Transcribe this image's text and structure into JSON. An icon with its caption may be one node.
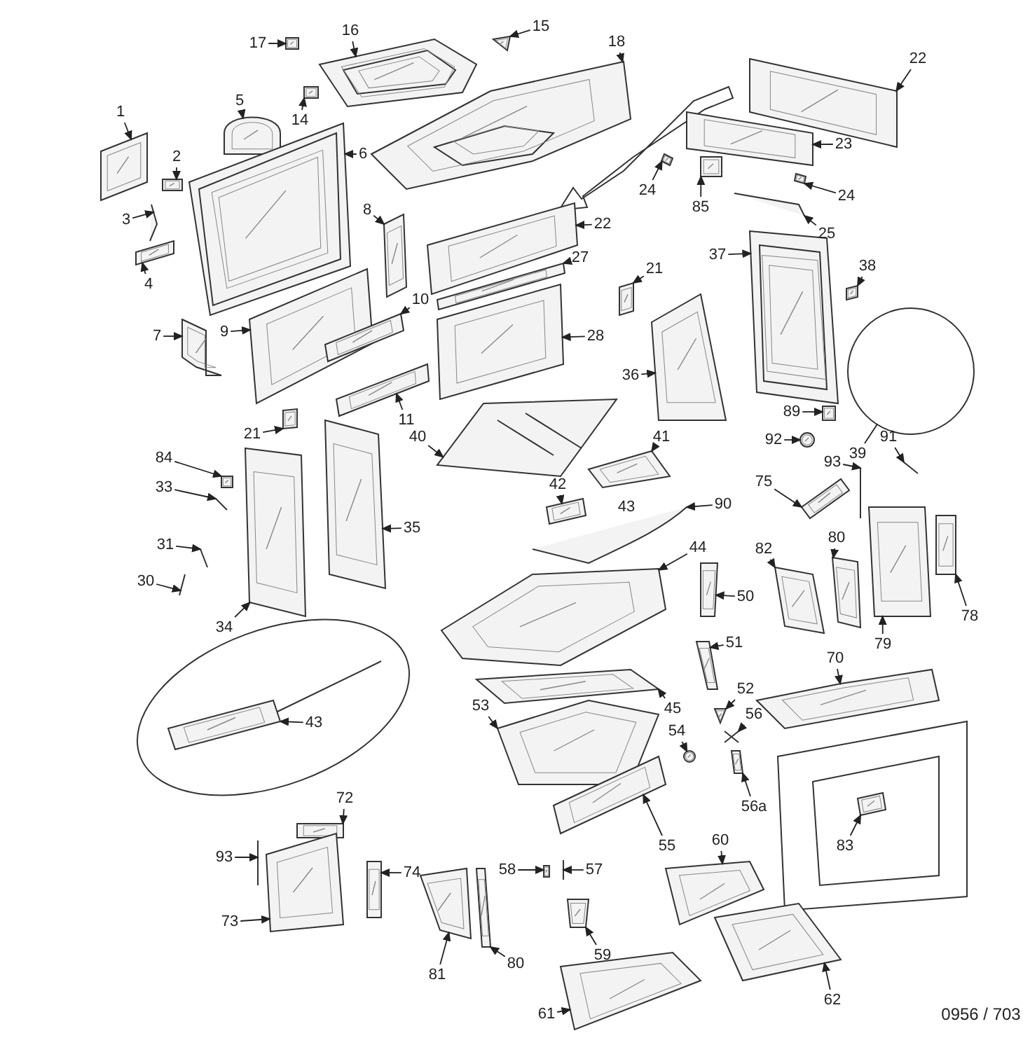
{
  "diagram": {
    "nodes": [
      {
        "text": [
          "1"
        ]
      },
      {
        "text": [
          "2"
        ]
      },
      {
        "text": [
          "3"
        ]
      },
      {
        "text": [
          "4"
        ]
      },
      {
        "text": [
          "5"
        ]
      },
      {
        "text": [
          "6"
        ]
      },
      {
        "text": [
          "8"
        ]
      },
      {
        "text": [
          "7"
        ]
      },
      {
        "text": [
          "9"
        ]
      },
      {
        "text": [
          "10"
        ]
      },
      {
        "text": [
          "11"
        ]
      },
      {
        "text": [
          "17"
        ]
      },
      {
        "text": [
          "16"
        ]
      },
      {
        "text": [
          "14"
        ]
      },
      {
        "text": [
          "15"
        ]
      },
      {
        "text": [
          "18"
        ]
      },
      {
        "text": [
          "22"
        ]
      },
      {
        "text": [
          "23"
        ]
      },
      {
        "text": [
          "24"
        ]
      },
      {
        "text": [
          "24"
        ]
      },
      {
        "text": [
          "85"
        ]
      },
      {
        "text": [
          "25"
        ]
      },
      {
        "text": [
          "22"
        ]
      },
      {
        "text": [
          "27"
        ]
      },
      {
        "text": [
          "28"
        ]
      },
      {
        "text": [
          "21"
        ]
      },
      {
        "text": [
          "37"
        ]
      },
      {
        "text": [
          "38"
        ]
      },
      {
        "text": [
          "36"
        ]
      },
      {
        "text": [
          "21"
        ]
      },
      {
        "text": [
          "40"
        ]
      },
      {
        "text": [
          "89"
        ]
      },
      {
        "text": [
          "92"
        ]
      },
      {
        "text": [
          "39"
        ]
      },
      {
        "text": [
          "91"
        ]
      },
      {
        "text": [
          "84"
        ]
      },
      {
        "text": [
          "33"
        ]
      },
      {
        "text": [
          "41"
        ]
      },
      {
        "text": [
          "93"
        ]
      },
      {
        "text": [
          "75"
        ]
      },
      {
        "text": [
          "42"
        ]
      },
      {
        "text": [
          "90"
        ]
      },
      {
        "text": [
          "31"
        ]
      },
      {
        "text": [
          "30"
        ]
      },
      {
        "text": [
          "35"
        ]
      },
      {
        "text": [
          "34"
        ]
      },
      {
        "text": [
          "82"
        ]
      },
      {
        "text": [
          "80"
        ]
      },
      {
        "text": [
          "44"
        ]
      },
      {
        "text": [
          "50"
        ]
      },
      {
        "text": [
          "78"
        ]
      },
      {
        "text": [
          "79"
        ]
      },
      {
        "text": [
          "51"
        ]
      },
      {
        "text": [
          "45"
        ]
      },
      {
        "text": [
          "52"
        ]
      },
      {
        "text": [
          "70"
        ]
      },
      {
        "text": [
          "43"
        ]
      },
      {
        "text": [
          "53"
        ]
      },
      {
        "text": [
          "56"
        ]
      },
      {
        "text": [
          "54"
        ]
      },
      {
        "text": [
          "56a"
        ]
      },
      {
        "text": [
          "72"
        ]
      },
      {
        "text": [
          "55"
        ]
      },
      {
        "text": [
          "60"
        ]
      },
      {
        "text": [
          "83"
        ]
      },
      {
        "text": [
          "93"
        ]
      },
      {
        "text": [
          "58"
        ]
      },
      {
        "text": [
          "57"
        ]
      },
      {
        "text": [
          "74"
        ]
      },
      {
        "text": [
          "73"
        ]
      },
      {
        "text": [
          "59"
        ]
      },
      {
        "text": [
          "81"
        ]
      },
      {
        "text": [
          "80"
        ]
      },
      {
        "text": [
          "62"
        ]
      },
      {
        "text": [
          "61"
        ]
      },
      {
        "text": [],
        "shape": "picture"
      },
      {
        "text": [],
        "shape": "picture"
      },
      {
        "text": [],
        "shape": "picture"
      },
      {
        "text": [],
        "shape": "picture"
      },
      {
        "text": [],
        "shape": "picture"
      },
      {
        "text": [],
        "shape": "picture"
      },
      {
        "text": [],
        "shape": "picture"
      },
      {
        "text": [],
        "shape": "picture"
      },
      {
        "text": [],
        "shape": "picture"
      },
      {
        "text": [],
        "shape": "picture"
      },
      {
        "text": [],
        "shape": "picture"
      },
      {
        "text": [],
        "shape": "picture"
      },
      {
        "text": [],
        "shape": "picture"
      },
      {
        "text": [],
        "shape": "picture"
      },
      {
        "text": [],
        "shape": "picture"
      },
      {
        "text": [],
        "shape": "picture"
      },
      {
        "text": [],
        "shape": "picture"
      },
      {
        "text": [],
        "shape": "picture"
      },
      {
        "text": [],
        "shape": "picture"
      },
      {
        "text": [],
        "shape": "picture"
      },
      {
        "text": [],
        "shape": "picture"
      },
      {
        "text": [],
        "shape": "picture"
      },
      {
        "text": [],
        "shape": "picture"
      },
      {
        "text": [],
        "shape": "picture"
      },
      {
        "text": [],
        "shape": "picture"
      },
      {
        "text": [],
        "shape": "picture"
      },
      {
        "text": [],
        "shape": "picture"
      },
      {
        "text": [],
        "shape": "picture"
      },
      {
        "text": [],
        "shape": "picture"
      },
      {
        "text": [],
        "shape": "picture"
      },
      {
        "text": [],
        "shape": "picture"
      },
      {
        "text": [],
        "shape": "picture"
      },
      {
        "text": [],
        "shape": "picture"
      },
      {
        "text": [],
        "shape": "circle"
      },
      {
        "text": [],
        "shape": "picture"
      },
      {
        "text": [],
        "shape": "picture"
      },
      {
        "text": [],
        "shape": "picture"
      },
      {
        "text": [],
        "shape": "picture"
      },
      {
        "text": [],
        "shape": "picture"
      },
      {
        "text": [],
        "shape": "picture"
      },
      {
        "text": [],
        "shape": "picture"
      },
      {
        "text": [],
        "shape": "picture"
      },
      {
        "text": [],
        "shape": "picture"
      },
      {
        "text": [],
        "shape": "picture"
      },
      {
        "text": [],
        "shape": "picture"
      },
      {
        "text": [],
        "shape": "picture"
      },
      {
        "text": [],
        "shape": "picture"
      },
      {
        "text": [],
        "shape": "picture"
      },
      {
        "text": [],
        "shape": "picture"
      },
      {
        "text": [],
        "shape": "picture"
      },
      {
        "text": [],
        "shape": "picture"
      },
      {
        "text": [],
        "shape": "picture"
      },
      {
        "text": [],
        "shape": "picture"
      },
      {
        "text": [],
        "shape": "picture"
      },
      {
        "text": [],
        "shape": "picture"
      },
      {
        "text": [],
        "shape": "picture"
      },
      {
        "text": [],
        "shape": "picture"
      },
      {
        "text": [],
        "shape": "picture"
      },
      {
        "text": [],
        "shape": "picture"
      },
      {
        "text": [],
        "shape": "picture"
      },
      {
        "text": [],
        "shape": "picture"
      },
      {
        "text": [],
        "shape": "picture"
      },
      {
        "text": [],
        "shape": "picture"
      },
      {
        "text": [],
        "shape": "picture"
      },
      {
        "text": [],
        "shape": "picture"
      },
      {
        "text": [],
        "shape": "picture"
      },
      {
        "text": [],
        "shape": "picture"
      },
      {
        "text": [],
        "shape": "picture"
      },
      {
        "text": [],
        "shape": "picture"
      },
      {
        "text": [],
        "shape": "picture"
      },
      {
        "text": [],
        "shape": "picture"
      },
      {
        "text": [],
        "shape": "picture"
      },
      {
        "text": [],
        "shape": "picture"
      },
      {
        "text": [],
        "shape": "picture"
      },
      {
        "text": [],
        "shape": "picture"
      }
    ],
    "edges": [
      {
        "from": 0,
        "to": 75,
        "arrow": "to"
      },
      {
        "from": 1,
        "to": 76,
        "arrow": "to"
      },
      {
        "from": 2,
        "to": 77,
        "arrow": "to"
      },
      {
        "from": 3,
        "to": 78,
        "arrow": "to"
      },
      {
        "from": 4,
        "to": 79,
        "arrow": "to"
      },
      {
        "from": 5,
        "to": 80,
        "arrow": "to"
      },
      {
        "from": 6,
        "to": 81,
        "arrow": "to"
      },
      {
        "from": 7,
        "to": 82,
        "arrow": "to"
      },
      {
        "from": 8,
        "to": 83,
        "arrow": "to"
      },
      {
        "from": 9,
        "to": 84,
        "arrow": "to"
      },
      {
        "from": 10,
        "to": 85,
        "arrow": "to"
      },
      {
        "from": 11,
        "to": 86,
        "arrow": "to"
      },
      {
        "from": 12,
        "to": 87,
        "arrow": "to"
      },
      {
        "from": 13,
        "to": 88,
        "arrow": "to"
      },
      {
        "from": 14,
        "to": 89,
        "arrow": "to"
      },
      {
        "from": 15,
        "to": 90,
        "arrow": "to"
      },
      {
        "from": 16,
        "to": 91,
        "arrow": "to"
      },
      {
        "from": 17,
        "to": 92,
        "arrow": "to"
      },
      {
        "from": 18,
        "to": 93,
        "arrow": "to"
      },
      {
        "from": 19,
        "to": 94,
        "arrow": "to"
      },
      {
        "from": 20,
        "to": 95,
        "arrow": "to"
      },
      {
        "from": 21,
        "to": 96,
        "arrow": "to"
      },
      {
        "from": 22,
        "to": 97,
        "arrow": "to"
      },
      {
        "from": 23,
        "to": 98,
        "arrow": "to"
      },
      {
        "from": 24,
        "to": 99,
        "arrow": "to"
      },
      {
        "from": 25,
        "to": 100,
        "arrow": "to"
      },
      {
        "from": 26,
        "to": 101,
        "arrow": "to"
      },
      {
        "from": 27,
        "to": 102,
        "arrow": "to"
      },
      {
        "from": 28,
        "to": 103,
        "arrow": "to"
      },
      {
        "from": 29,
        "to": 104,
        "arrow": "to"
      },
      {
        "from": 30,
        "to": 105,
        "arrow": "to"
      },
      {
        "from": 31,
        "to": 106,
        "arrow": "to"
      },
      {
        "from": 32,
        "to": 107,
        "arrow": "to"
      },
      {
        "from": 33,
        "to": 108,
        "arrow": "none"
      },
      {
        "from": 34,
        "to": 109,
        "arrow": "to"
      },
      {
        "from": 35,
        "to": 110,
        "arrow": "to"
      },
      {
        "from": 36,
        "to": 111,
        "arrow": "to"
      },
      {
        "from": 37,
        "to": 112,
        "arrow": "to"
      },
      {
        "from": 38,
        "to": 113,
        "arrow": "to"
      },
      {
        "from": 39,
        "to": 114,
        "arrow": "to"
      },
      {
        "from": 40,
        "to": 115,
        "arrow": "to"
      },
      {
        "from": 41,
        "to": 116,
        "arrow": "to"
      },
      {
        "from": 42,
        "to": 117,
        "arrow": "to"
      },
      {
        "from": 43,
        "to": 118,
        "arrow": "to"
      },
      {
        "from": 44,
        "to": 119,
        "arrow": "to"
      },
      {
        "from": 45,
        "to": 120,
        "arrow": "to"
      },
      {
        "from": 46,
        "to": 121,
        "arrow": "to"
      },
      {
        "from": 47,
        "to": 122,
        "arrow": "to"
      },
      {
        "from": 48,
        "to": 123,
        "arrow": "to"
      },
      {
        "from": 49,
        "to": 124,
        "arrow": "to"
      },
      {
        "from": 50,
        "to": 125,
        "arrow": "to"
      },
      {
        "from": 51,
        "to": 126,
        "arrow": "to"
      },
      {
        "from": 52,
        "to": 127,
        "arrow": "to"
      },
      {
        "from": 53,
        "to": 128,
        "arrow": "to"
      },
      {
        "from": 54,
        "to": 129,
        "arrow": "to"
      },
      {
        "from": 55,
        "to": 130,
        "arrow": "to"
      },
      {
        "from": 56,
        "to": 131,
        "arrow": "to"
      },
      {
        "from": 57,
        "to": 132,
        "arrow": "to"
      },
      {
        "from": 58,
        "to": 133,
        "arrow": "to"
      },
      {
        "from": 59,
        "to": 134,
        "arrow": "to"
      },
      {
        "from": 60,
        "to": 135,
        "arrow": "to"
      },
      {
        "from": 61,
        "to": 136,
        "arrow": "to"
      },
      {
        "from": 62,
        "to": 137,
        "arrow": "to"
      },
      {
        "from": 63,
        "to": 138,
        "arrow": "to"
      },
      {
        "from": 64,
        "to": 139,
        "arrow": "to"
      },
      {
        "from": 65,
        "to": 140,
        "arrow": "to"
      },
      {
        "from": 66,
        "to": 141,
        "arrow": "to"
      },
      {
        "from": 67,
        "to": 142,
        "arrow": "to"
      },
      {
        "from": 68,
        "to": 143,
        "arrow": "to"
      },
      {
        "from": 69,
        "to": 144,
        "arrow": "to"
      },
      {
        "from": 70,
        "to": 145,
        "arrow": "to"
      },
      {
        "from": 71,
        "to": 146,
        "arrow": "to"
      },
      {
        "from": 72,
        "to": 147,
        "arrow": "to"
      },
      {
        "from": 73,
        "to": 148,
        "arrow": "to"
      },
      {
        "from": 74,
        "to": 149,
        "arrow": "to"
      }
    ],
    "labels": [
      "43",
      "0956 / 703"
    ]
  }
}
